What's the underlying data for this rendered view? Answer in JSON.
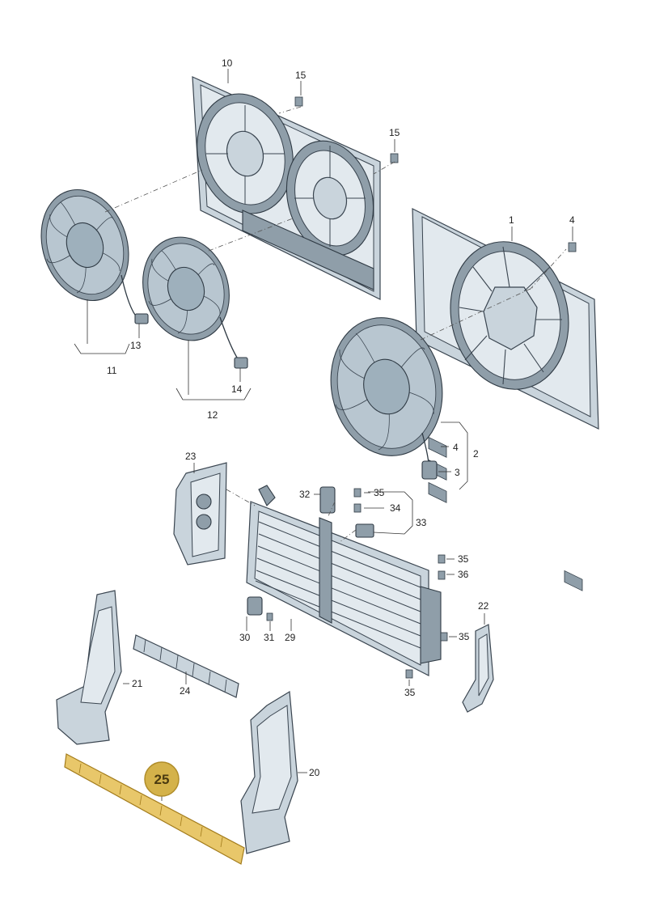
{
  "callouts": {
    "c1": "1",
    "c2": "2",
    "c3": "3",
    "c4a": "4",
    "c4b": "4",
    "c10": "10",
    "c11": "11",
    "c12": "12",
    "c13": "13",
    "c14": "14",
    "c15a": "15",
    "c15b": "15",
    "c20": "20",
    "c21": "21",
    "c22": "22",
    "c23": "23",
    "c24": "24",
    "c29": "29",
    "c30": "30",
    "c31": "31",
    "c32": "32",
    "c33": "33",
    "c34": "34",
    "c35a": "35",
    "c35b": "35",
    "c35c": "35",
    "c35d": "35",
    "c36": "36"
  },
  "highlight": {
    "part_number": "25",
    "badge_color": "#d4b24a",
    "part_color": "#e8c76a"
  }
}
